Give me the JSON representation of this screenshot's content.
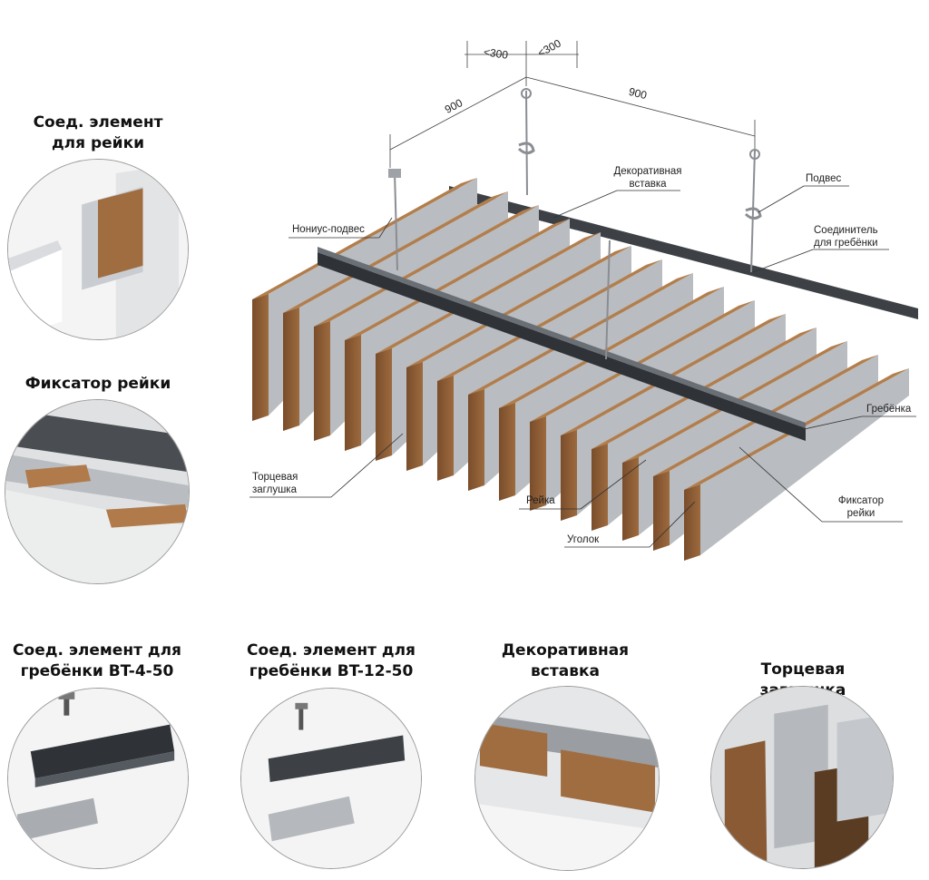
{
  "dimensions": {
    "left_span": "900",
    "right_span": "900",
    "offset_left": "<300",
    "offset_right": "<300"
  },
  "callouts": {
    "nonius": "Нониус-подвес",
    "decor_line1": "Декоративная",
    "decor_line2": "вставка",
    "podves": "Подвес",
    "connector_line1": "Соединитель",
    "connector_line2": "для гребёнки",
    "grebenka": "Гребёнка",
    "end_cap_line1": "Торцевая",
    "end_cap_line2": "заглушка",
    "reika": "Рейка",
    "fixator_line1": "Фиксатор",
    "fixator_line2": "рейки",
    "ugolok": "Уголок"
  },
  "details": {
    "slat_connector_line1": "Соед. элемент",
    "slat_connector_line2": "для рейки",
    "slat_fixator": "Фиксатор рейки",
    "bt4_line1": "Соед. элемент для",
    "bt4_line2": "гребёнки BT-4-50",
    "bt12_line1": "Соед. элемент для",
    "bt12_line2": "гребёнки BT-12-50",
    "decor_line1": "Декоративная",
    "decor_line2": "вставка",
    "endcap": "Торцевая заглушка"
  },
  "colors": {
    "wood": "#8a5a34",
    "wood_light": "#b07a4a",
    "metal_dark": "#3d4146",
    "metal_light": "#b9bcc0"
  }
}
